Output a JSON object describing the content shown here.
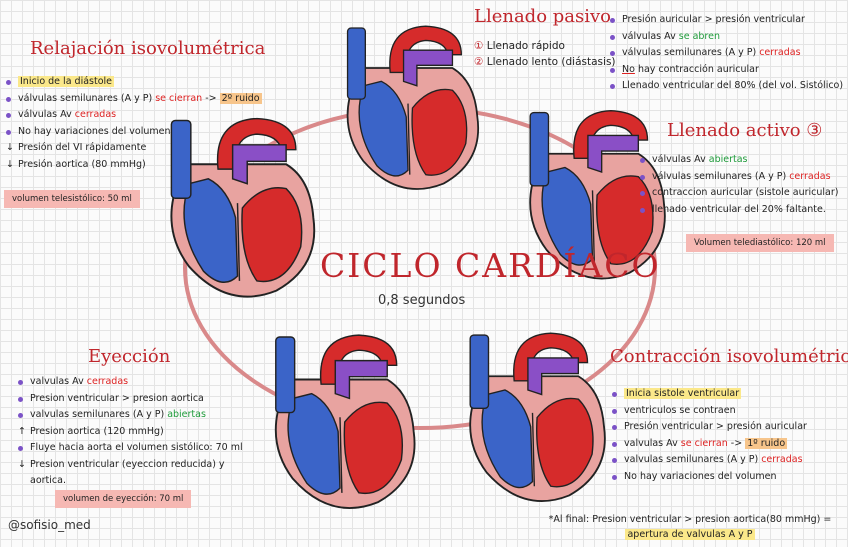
{
  "center": {
    "title": "CICLO CARDÍACO",
    "subtitle": "0,8 segundos"
  },
  "relajacion": {
    "title": "Relajación isovolumétrica",
    "item1": "Inicio de la diástole",
    "item2a": "válvulas semilunares (A y P) ",
    "item2b": "se cierran",
    "item2c": " -> ",
    "item2d": "2º ruido",
    "item3a": "válvulas Av ",
    "item3b": "cerradas",
    "item4": "No hay variaciones del volumen",
    "item5": "Presión del VI rápidamente",
    "item6": "Presión aortica (80 mmHg)",
    "badge": "volumen telesistólico: 50 ml"
  },
  "llenado_pasivo": {
    "title": "Llenado pasivo",
    "step1": "Llenado rápido",
    "step2": "Llenado lento (diástasis)",
    "item1": "Presión auricular > presión ventricular",
    "item2a": "válvulas Av ",
    "item2b": "se abren",
    "item3a": "válvulas semilunares (A y P) ",
    "item3b": "cerradas",
    "item4a": "No",
    "item4b": " hay contracción auricular",
    "item5": "Llenado ventricular del 80% (del vol. Sistólico)"
  },
  "llenado_activo": {
    "title": "Llenado activo ③",
    "item1a": "válvulas Av ",
    "item1b": "abiertas",
    "item2a": "válvulas semilunares (A y P) ",
    "item2b": "cerradas",
    "item3": "contraccion auricular (sistole auricular)",
    "item4": "llenado ventricular del 20% faltante.",
    "badge": "Volumen telediastólico: 120 ml"
  },
  "eyeccion": {
    "title": "Eyección",
    "item1a": "valvulas Av ",
    "item1b": "cerradas",
    "item2": "Presion ventricular > presion aortica",
    "item3a": "valvulas semilunares (A y P) ",
    "item3b": "abiertas",
    "item4": "Presion aortica (120 mmHg)",
    "item5": "Fluye hacia aorta el volumen sistólico: 70 ml",
    "item6": "Presion ventricular (eyeccion reducida) y",
    "item6b": "aortica.",
    "badge": "volumen de eyección: 70 ml"
  },
  "contraccion": {
    "title": "Contracción isovolumétrica",
    "item1": "Inicia sistole ventricular",
    "item2": "ventriculos se contraen",
    "item3": "Presión ventricular > presión auricular",
    "item4a": "valvulas Av ",
    "item4b": "se cierran",
    "item4c": " -> ",
    "item4d": "1º ruido",
    "item5a": "valvulas semilunares (A y P) ",
    "item5b": "cerradas",
    "item6": "No hay variaciones del volumen",
    "footnote1": "*Al final: Presion ventricular > presion aortica(80 mmHg) =",
    "footnote2": "apertura de valvulas A y P"
  },
  "signature": "@sofisio_med",
  "colors": {
    "title_red": "#c0262c",
    "bullet_purple": "#7b52c7",
    "highlight_yellow": "#fbe88a",
    "badge_pink": "#f6b8b3",
    "blood_red": "#d62b2b",
    "blood_blue": "#3b64c8",
    "aorta_purple": "#8a4fc6",
    "heart_wall": "#e8a3a0"
  }
}
